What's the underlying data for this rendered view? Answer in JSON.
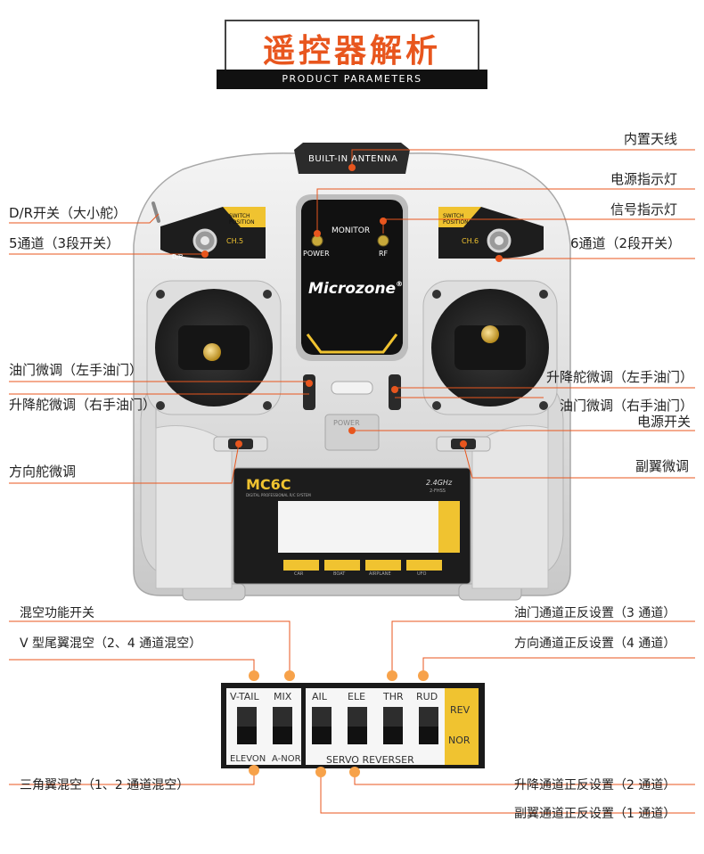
{
  "header": {
    "title": "遥控器解析",
    "subtitle": "PRODUCT PARAMETERS"
  },
  "device": {
    "antenna_label": "BUILT-IN ANTENNA",
    "monitor_label": "MONITOR",
    "power_led_label": "POWER",
    "rf_led_label": "RF",
    "brand": "Microzone",
    "brand_mark": "®",
    "left_switch_plate": "SWITCH POSITION",
    "right_switch_plate": "SWITCH POSITION",
    "ch5_label": "CH.5",
    "ch6_label": "CH.6",
    "dr_label": "D/R",
    "power_plate": "POWER",
    "model": "MC6C",
    "model_sub": "DIGITAL PROFESSIONAL R/C SYSTEM",
    "freq": "2.4GHz",
    "freq_sub": "2-FHSS",
    "modes": [
      "CAR",
      "BOAT",
      "AIRPLANE",
      "UFO"
    ]
  },
  "switch_panel": {
    "top_labels": [
      "V-TAIL",
      "MIX",
      "AIL",
      "ELE",
      "THR",
      "RUD"
    ],
    "bottom_left": "ELEVON",
    "bottom_mid": "A-NOR",
    "servo_reverser": "SERVO REVERSER",
    "rev": "REV",
    "nor": "NOR"
  },
  "callouts": {
    "antenna": "内置天线",
    "power_led": "电源指示灯",
    "signal_led": "信号指示灯",
    "dr_switch": "D/R开关（大小舵）",
    "ch5": "5通道（3段开关）",
    "ch6": "6通道（2段开关）",
    "throttle_trim_left": "油门微调（左手油门）",
    "elevator_trim_right": "升降舵微调（右手油门）",
    "elevator_trim_left": "升降舵微调（左手油门）",
    "throttle_trim_right": "油门微调（右手油门）",
    "power_switch": "电源开关",
    "rudder_trim": "方向舵微调",
    "aileron_trim": "副翼微调",
    "mix_switch": "混空功能开关",
    "vtail_mix": "V 型尾翼混空（2、4 通道混空）",
    "throttle_reverse": "油门通道正反设置（3 通道）",
    "rudder_reverse": "方向通道正反设置（4 通道）",
    "elevon_mix": "三角翼混空（1、2 通道混空）",
    "elevator_reverse": "升降通道正反设置（2 通道）",
    "aileron_reverse": "副翼通道正反设置（1 通道）"
  },
  "colors": {
    "accent": "#e8561e",
    "body_silver": "#e3e3e3",
    "panel_yellow": "#f0c330",
    "dark": "#1a1a1a"
  }
}
